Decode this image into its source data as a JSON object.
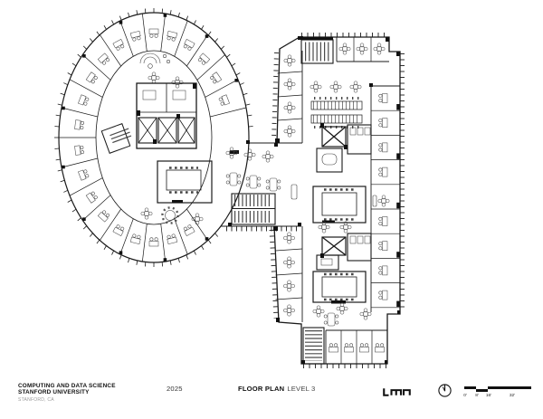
{
  "sheet": {
    "background": "#ffffff",
    "ink": "#1a1a1a",
    "furniture_ink": "#444444"
  },
  "footer": {
    "project_title": "COMPUTING AND DATA SCIENCE",
    "project_subtitle": "STANFORD UNIVERSITY",
    "project_location": "STANFORD, CA",
    "year": "2025",
    "sheet_title": "FLOOR PLAN",
    "sheet_subtitle": "LEVEL 3",
    "logo_text": "LMN"
  },
  "scale_bar": {
    "labels": [
      "0'",
      "8'",
      "16'",
      "32'"
    ]
  }
}
